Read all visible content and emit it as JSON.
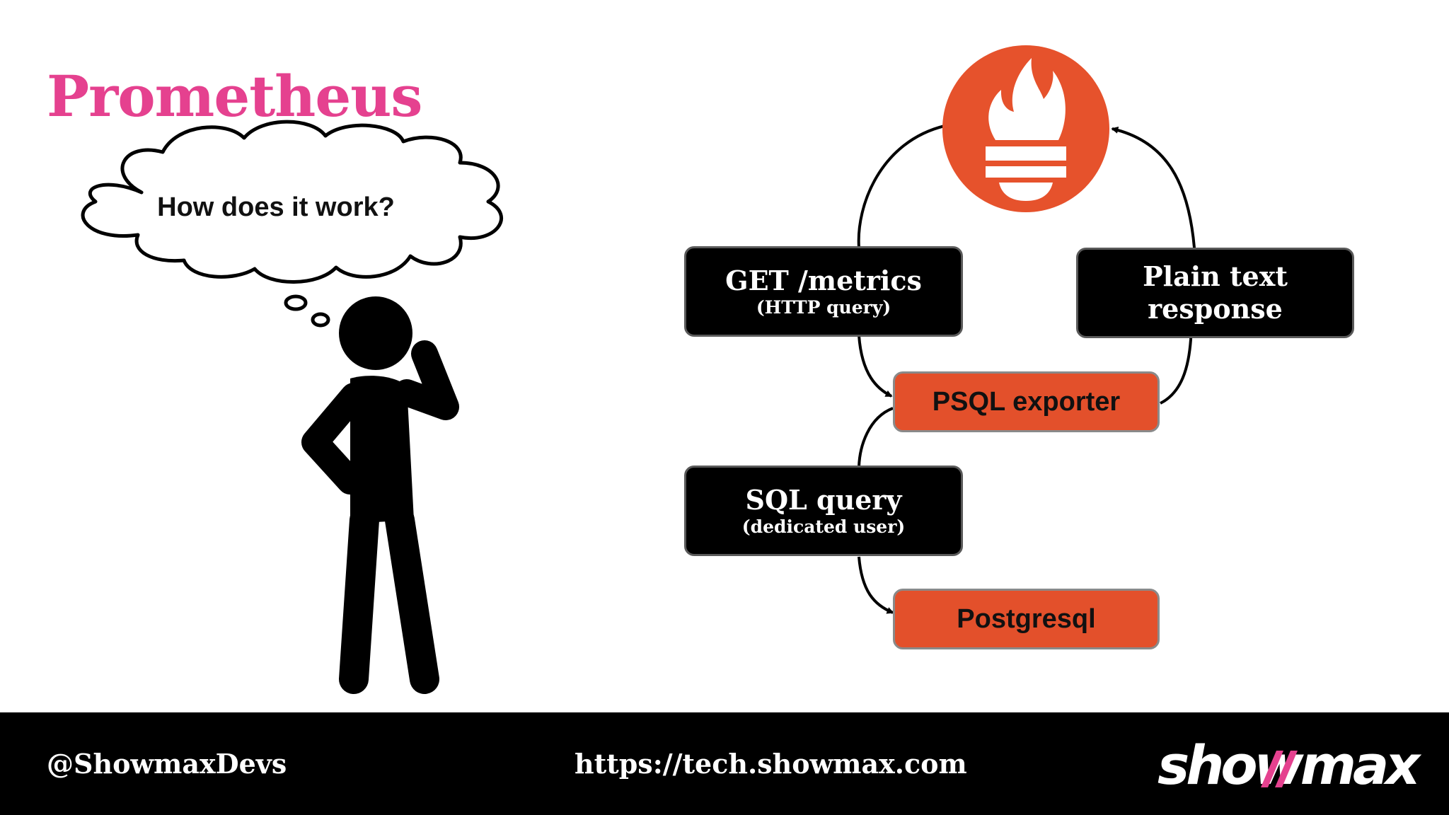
{
  "slide": {
    "title": "Prometheus",
    "thought_bubble": "How does it work?"
  },
  "diagram": {
    "nodes": {
      "get_metrics": {
        "label": "GET /metrics",
        "sublabel": "(HTTP query)"
      },
      "plain_text": {
        "line1": "Plain text",
        "line2": "response"
      },
      "psql_exporter": {
        "label": "PSQL exporter"
      },
      "sql_query": {
        "label": "SQL query",
        "sublabel": "(dedicated user)"
      },
      "postgresql": {
        "label": "Postgresql"
      }
    },
    "edges": [
      {
        "from": "prometheus-logo",
        "to": "psql_exporter",
        "via": "get_metrics"
      },
      {
        "from": "psql_exporter",
        "to": "prometheus-logo",
        "via": "plain_text"
      },
      {
        "from": "psql_exporter",
        "to": "postgresql",
        "via": "sql_query"
      }
    ],
    "colors": {
      "prometheus": "#e6522c",
      "exporter_box": "#e3502b",
      "label_box": "#000000"
    }
  },
  "footer": {
    "handle": "@ShowmaxDevs",
    "url": "https://tech.showmax.com",
    "brand": "showmax",
    "brand_accent": "#e5418f"
  },
  "colors": {
    "title": "#e5418f",
    "footer_bg": "#000000"
  }
}
